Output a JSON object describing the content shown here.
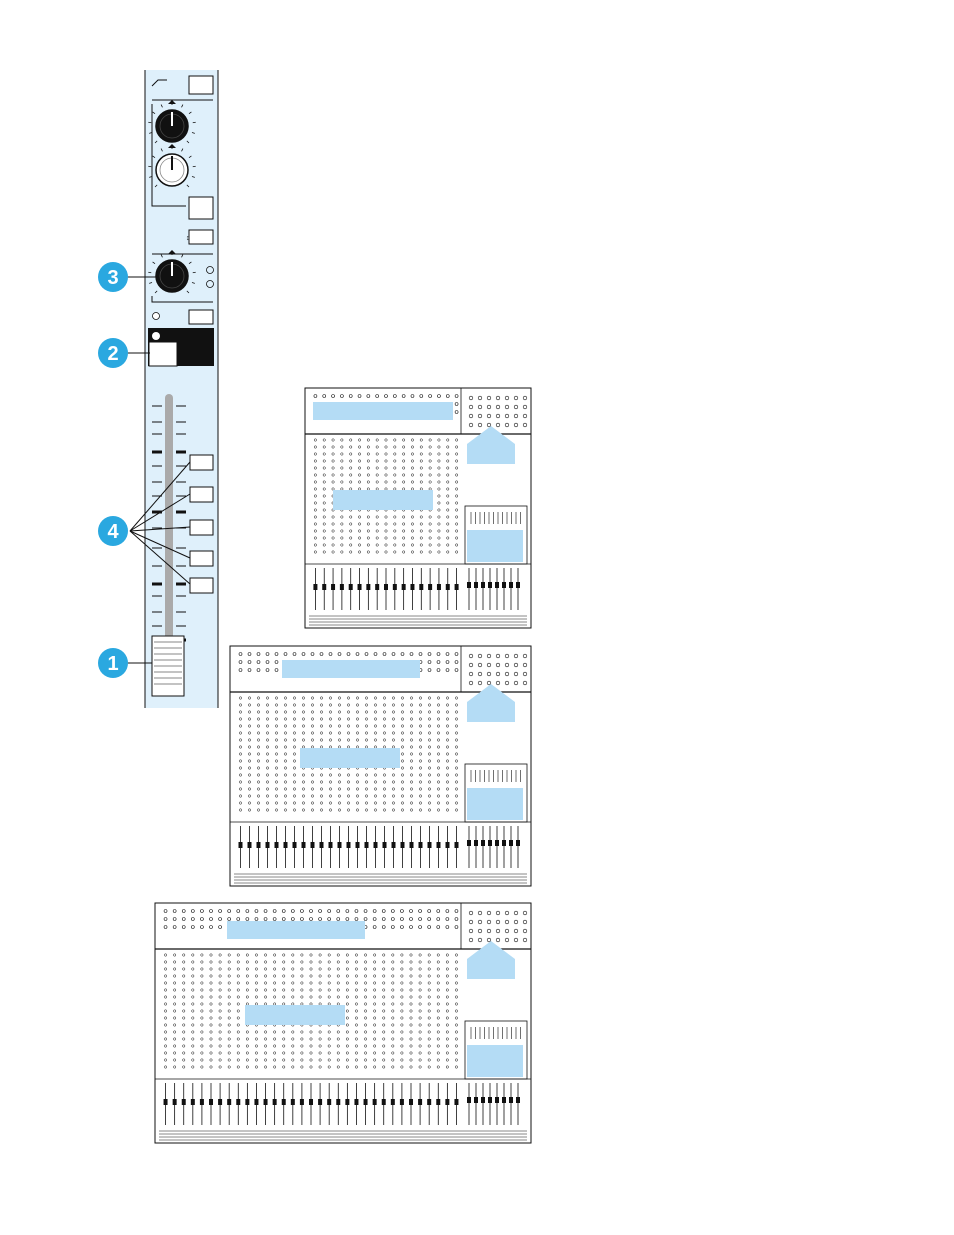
{
  "palette": {
    "panel": "#dff0fb",
    "highlight": "#b4dcf5",
    "ink": "#111111",
    "paper": "#ffffff",
    "fader_track": "#aaaaaa",
    "callout": "#2aa8e0"
  },
  "callouts": [
    {
      "label": "1",
      "target": "channel-fader"
    },
    {
      "label": "2",
      "target": "mute-button"
    },
    {
      "label": "3",
      "target": "pan-knob"
    },
    {
      "label": "4",
      "target": "bus-assign-buttons"
    }
  ],
  "icons": {
    "knob": "rotary-knob-icon",
    "led": "led-icon"
  },
  "consoles": [
    {
      "size": "small"
    },
    {
      "size": "medium"
    },
    {
      "size": "large"
    }
  ]
}
